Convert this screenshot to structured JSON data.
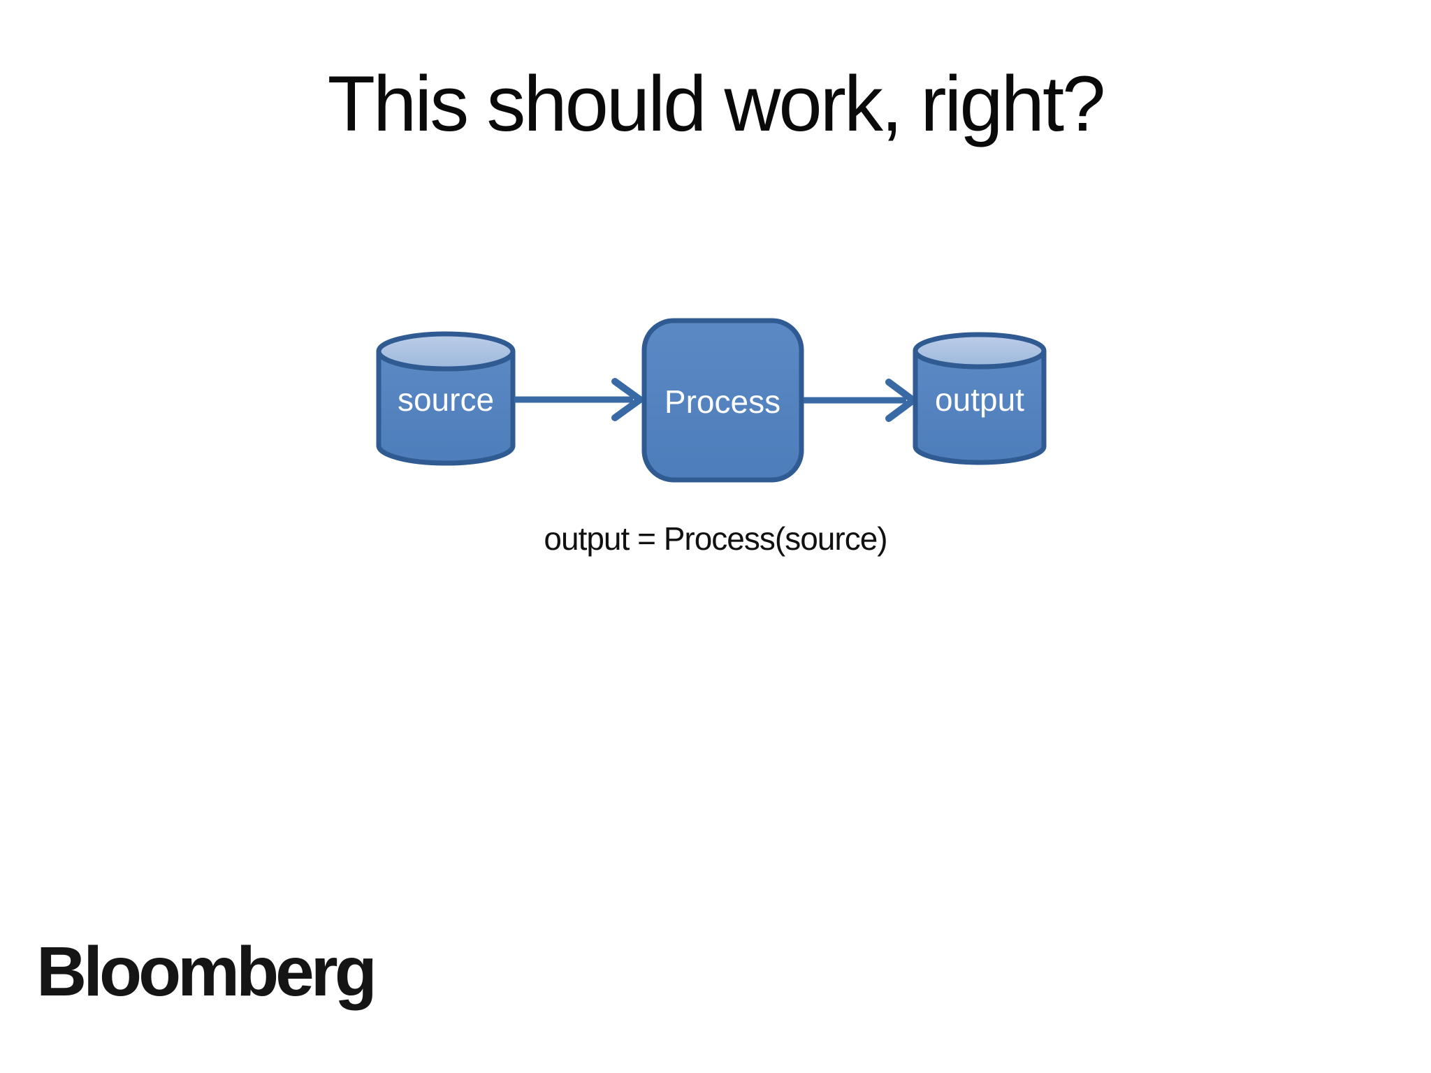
{
  "slide": {
    "title": "This should work, right?",
    "formula": "output = Process(source)",
    "logo_text": "Bloomberg"
  },
  "diagram": {
    "nodes": [
      {
        "id": "source",
        "type": "cylinder",
        "label": "source"
      },
      {
        "id": "process",
        "type": "rounded-rect",
        "label": "Process"
      },
      {
        "id": "output",
        "type": "cylinder",
        "label": "output"
      }
    ],
    "edges": [
      {
        "from": "source",
        "to": "process"
      },
      {
        "from": "process",
        "to": "output"
      }
    ],
    "colors": {
      "node_fill": "#4d7dbb",
      "node_fill_light": "#5b89c4",
      "node_border": "#2f5b92",
      "cylinder_top_light": "#bccde8",
      "cylinder_top_mid": "#9db9dc",
      "arrow": "#3a6aa5",
      "label_text": "#ffffff",
      "title_text": "#0a0a0a"
    }
  }
}
